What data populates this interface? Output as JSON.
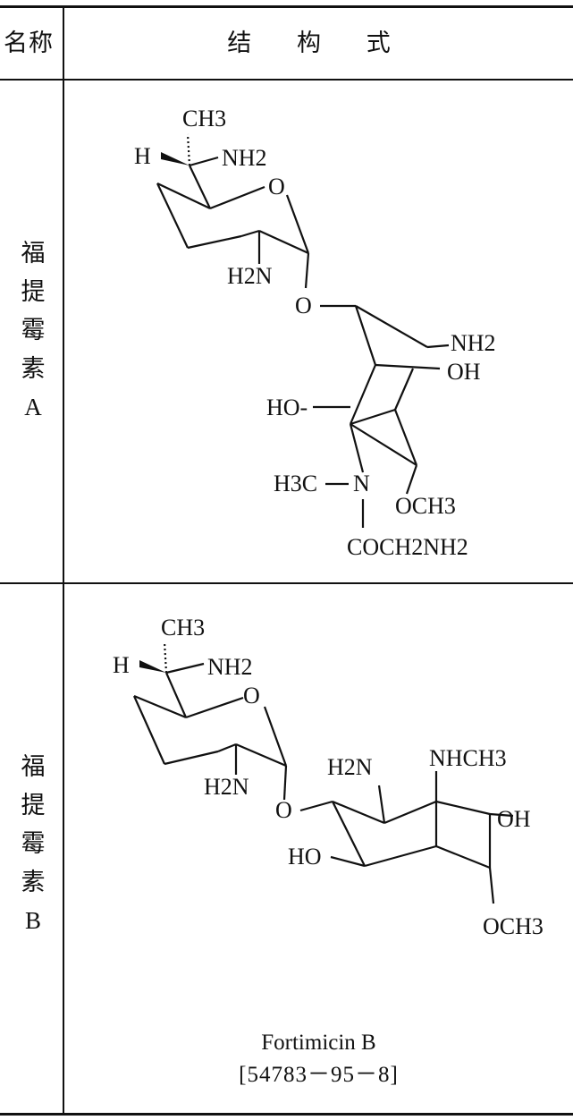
{
  "header": {
    "name_col": "名称",
    "structure_col": "结 构 式"
  },
  "rows": [
    {
      "name_chars": [
        "福",
        "提",
        "霉",
        "素",
        "A"
      ],
      "atoms": {
        "ch3": "CH3",
        "h": "H",
        "nh2_top": "NH2",
        "o_ring": "O",
        "h2n": "H2N",
        "o_link": "O",
        "nh2_right": "NH2",
        "oh_right": "OH",
        "ho_left": "HO-",
        "h3c": "H3C",
        "n": "N",
        "och3": "OCH3",
        "coch2nh2": "COCH2NH2"
      }
    },
    {
      "name_chars": [
        "福",
        "提",
        "霉",
        "素",
        "B"
      ],
      "atoms": {
        "ch3": "CH3",
        "h": "H",
        "nh2_top": "NH2",
        "o_ring": "O",
        "h2n_ring": "H2N",
        "o_link": "O",
        "h2n_upper": "H2N",
        "nhch3": "NHCH3",
        "oh_right": "OH",
        "ho_left": "HO",
        "och3": "OCH3"
      },
      "caption_name": "Fortimicin B",
      "caption_cas": "[54783－95－8]"
    }
  ]
}
